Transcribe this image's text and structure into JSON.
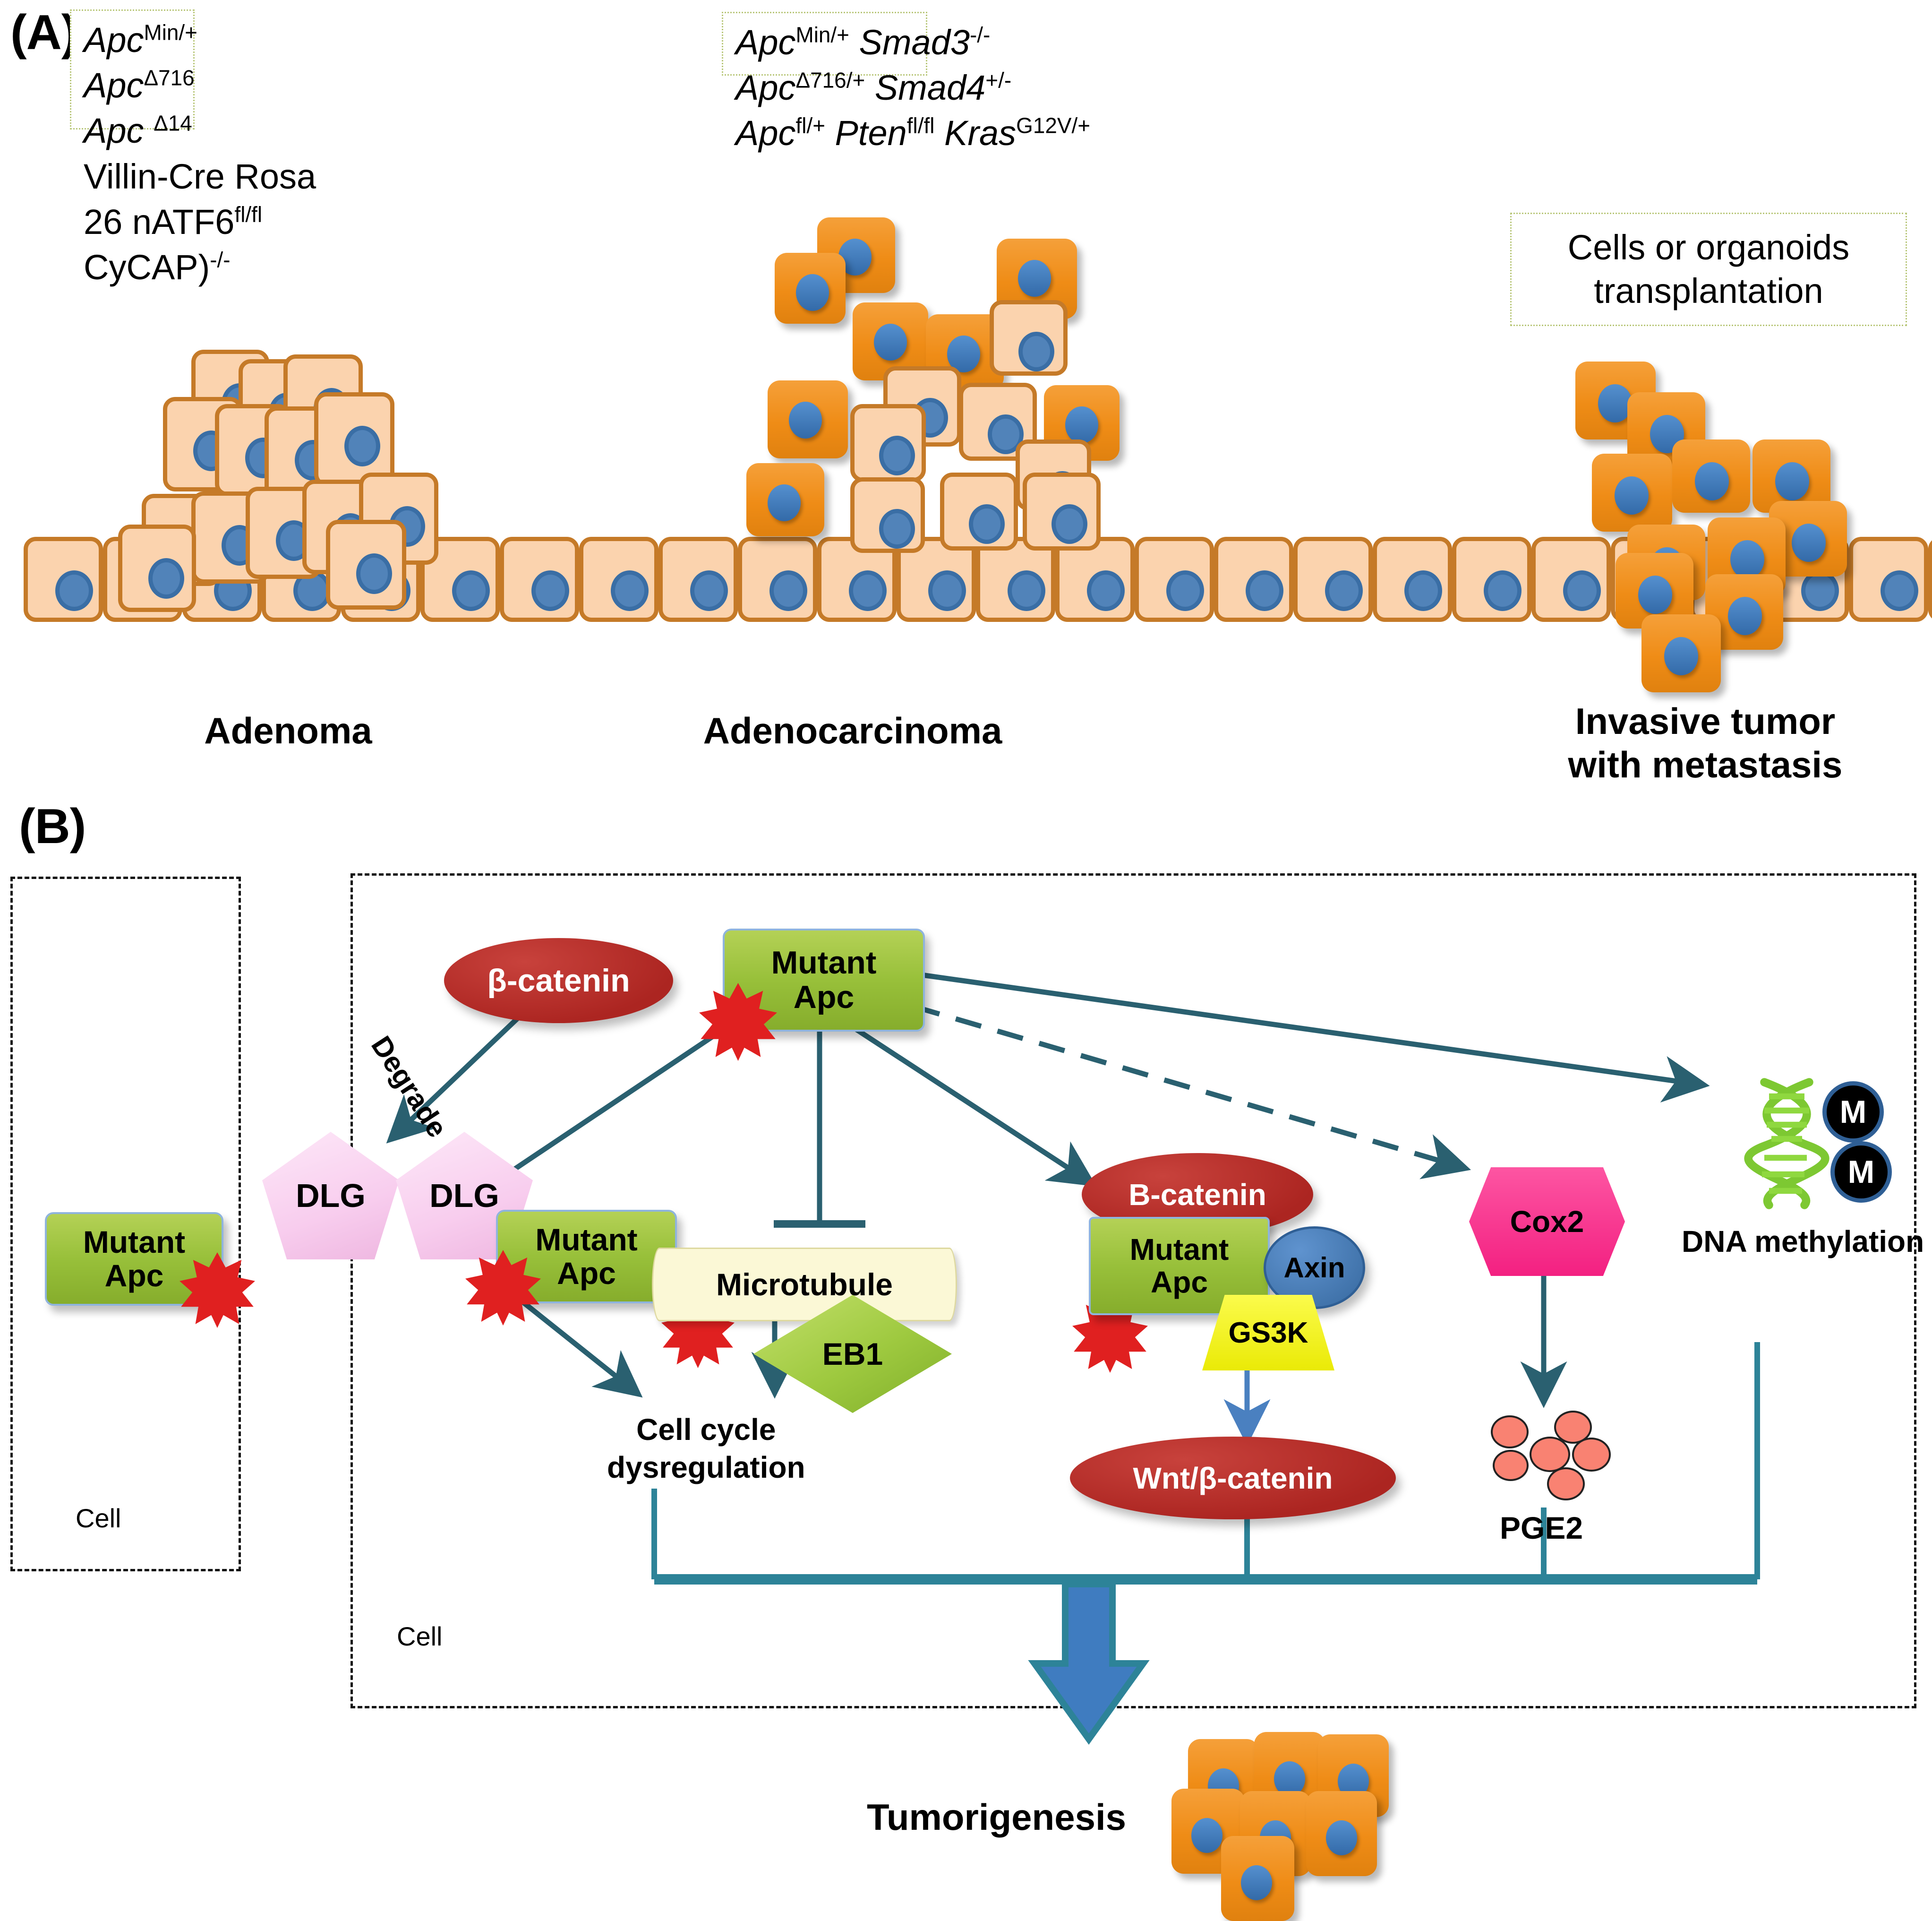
{
  "panelA": {
    "letter": "(A)",
    "genotype_box_1": {
      "lines": [
        {
          "base": "Apc",
          "sup": "Min/+",
          "italic": true
        },
        {
          "base": "Apc",
          "sup": "Δ716",
          "italic": true
        },
        {
          "base": "Apc ",
          "sup": "Δ14",
          "italic": true
        },
        {
          "base": "Villin-Cre Rosa",
          "sup": "",
          "italic": false
        },
        {
          "base": "26 nATF6",
          "sup": "fl/fl",
          "italic": false
        },
        {
          "base": "CyCAP)",
          "sup": "-/-",
          "italic": false
        }
      ]
    },
    "genotype_box_2": {
      "lines": [
        {
          "base": "Apc",
          "sup": "Min/+",
          "base2": " Smad3",
          "sup2": "-/-"
        },
        {
          "base": "Apc",
          "sup": "Δ716/+",
          "base2": " Smad4",
          "sup2": "+/-"
        },
        {
          "base": "Apc",
          "sup": "fl/+",
          "base2": " Pten",
          "sup2": "fl/fl",
          "base3": " Kras",
          "sup3": "G12V/+"
        }
      ]
    },
    "transplant_box": {
      "line1": "Cells or organoids",
      "line2": "transplantation"
    },
    "captions": {
      "adenoma": "Adenoma",
      "adenocarcinoma": "Adenocarcinoma",
      "invasive_line1": "Invasive tumor",
      "invasive_line2": "with metastasis"
    }
  },
  "panelB": {
    "letter": "(B)",
    "cell_label_left": "Cell",
    "cell_label_main": "Cell",
    "nodes": {
      "beta_catenin": "β-catenin",
      "degrade": "Degrade",
      "dlg_left": "DLG",
      "dlg_right": "DLG",
      "mutant_apc_left": "Mutant\nApc",
      "mutant_apc_mid_left": "Mutant\nApc",
      "mutant_apc_top": "Mutant\nApc",
      "mutant_apc_complex": "Mutant\nApc",
      "microtubule": "Microtubule",
      "eb1": "EB1",
      "b_catenin_complex": "B-catenin",
      "axin": "Axin",
      "gs3k": "GS3K",
      "cox2": "Cox2",
      "wnt_beta_catenin": "Wnt/β-catenin",
      "pge2": "PGE2",
      "dna_methylation": "DNA methylation",
      "methyl_mark_1": "M",
      "methyl_mark_2": "M",
      "cell_cycle_line1": "Cell cycle",
      "cell_cycle_line2": "dysregulation",
      "tumorigenesis": "Tumorigenesis"
    }
  },
  "colors": {
    "epithelial_cell_fill": "#fbd3ae",
    "epithelial_cell_border": "#c57a28",
    "nucleus_blue": "#5183b9",
    "tumor_orange": "#f0901e",
    "arrow_teal": "#2a6070",
    "node_red": "#b42a26",
    "node_green": "#9ac13c",
    "node_pink": "#fbd6f2",
    "node_magenta": "#f8338e",
    "node_yellow": "#f2f218",
    "node_blue": "#4a80c0",
    "mutation_star_red": "#e02020",
    "dotted_box_border": "#b9c77a"
  }
}
